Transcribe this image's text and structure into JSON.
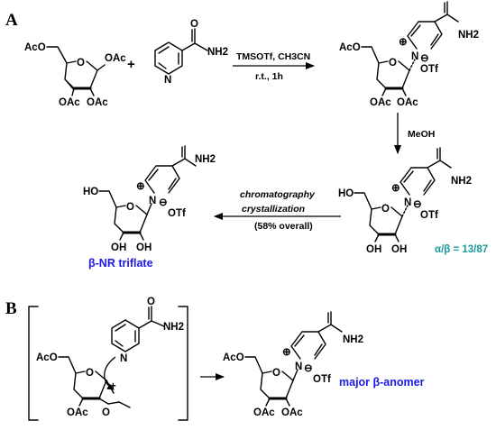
{
  "panels": [
    "A",
    "B"
  ],
  "colors": {
    "product_label": "#1a1ae6",
    "ratio_label": "#1a9a9a",
    "ink": "#000000"
  },
  "labels": {
    "ac": "AcO",
    "oac": "OAc",
    "o": "O",
    "nh2": "NH2",
    "n": "N",
    "ho": "HO",
    "oh": "OH",
    "otf": "OTf",
    "plus": "+",
    "pos_charge": "⊕",
    "neg_charge": "⊖"
  },
  "step1": {
    "reagents": "TMSOTf, CH3CN",
    "conditions": "r.t., 1h"
  },
  "step2": {
    "reagent": "MeOH"
  },
  "step3": {
    "line1": "chromatography",
    "line2": "crystallization",
    "line3": "(58% overall)"
  },
  "ratio": "α/β = 13/87",
  "product_name": "β-NR triflate",
  "mechanism": {
    "outcome": "major β-anomer"
  }
}
